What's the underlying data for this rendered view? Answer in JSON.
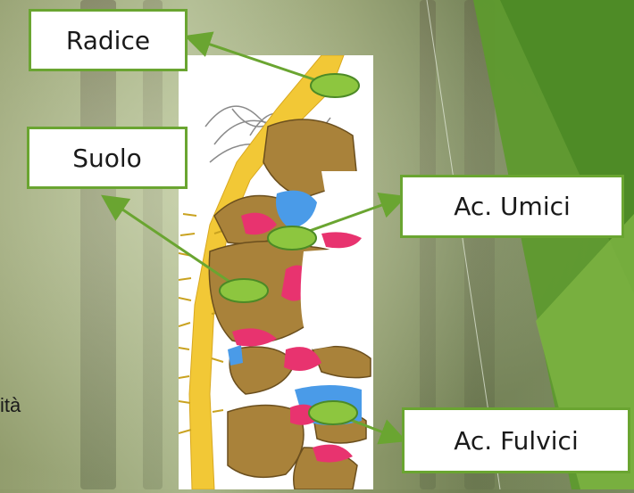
{
  "labels": {
    "radice": "Radice",
    "suolo": "Suolo",
    "umici": "Ac. Umici",
    "fulvici": "Ac. Fulvici"
  },
  "partial_text": "ità",
  "colors": {
    "accent_green": "#6aa531",
    "marker_green": "#8dc63f",
    "soil_brown": "#a9823a",
    "humic_blue": "#4a9be8",
    "fulvic_pink": "#e8336f",
    "root_yellow": "#f2c836"
  }
}
